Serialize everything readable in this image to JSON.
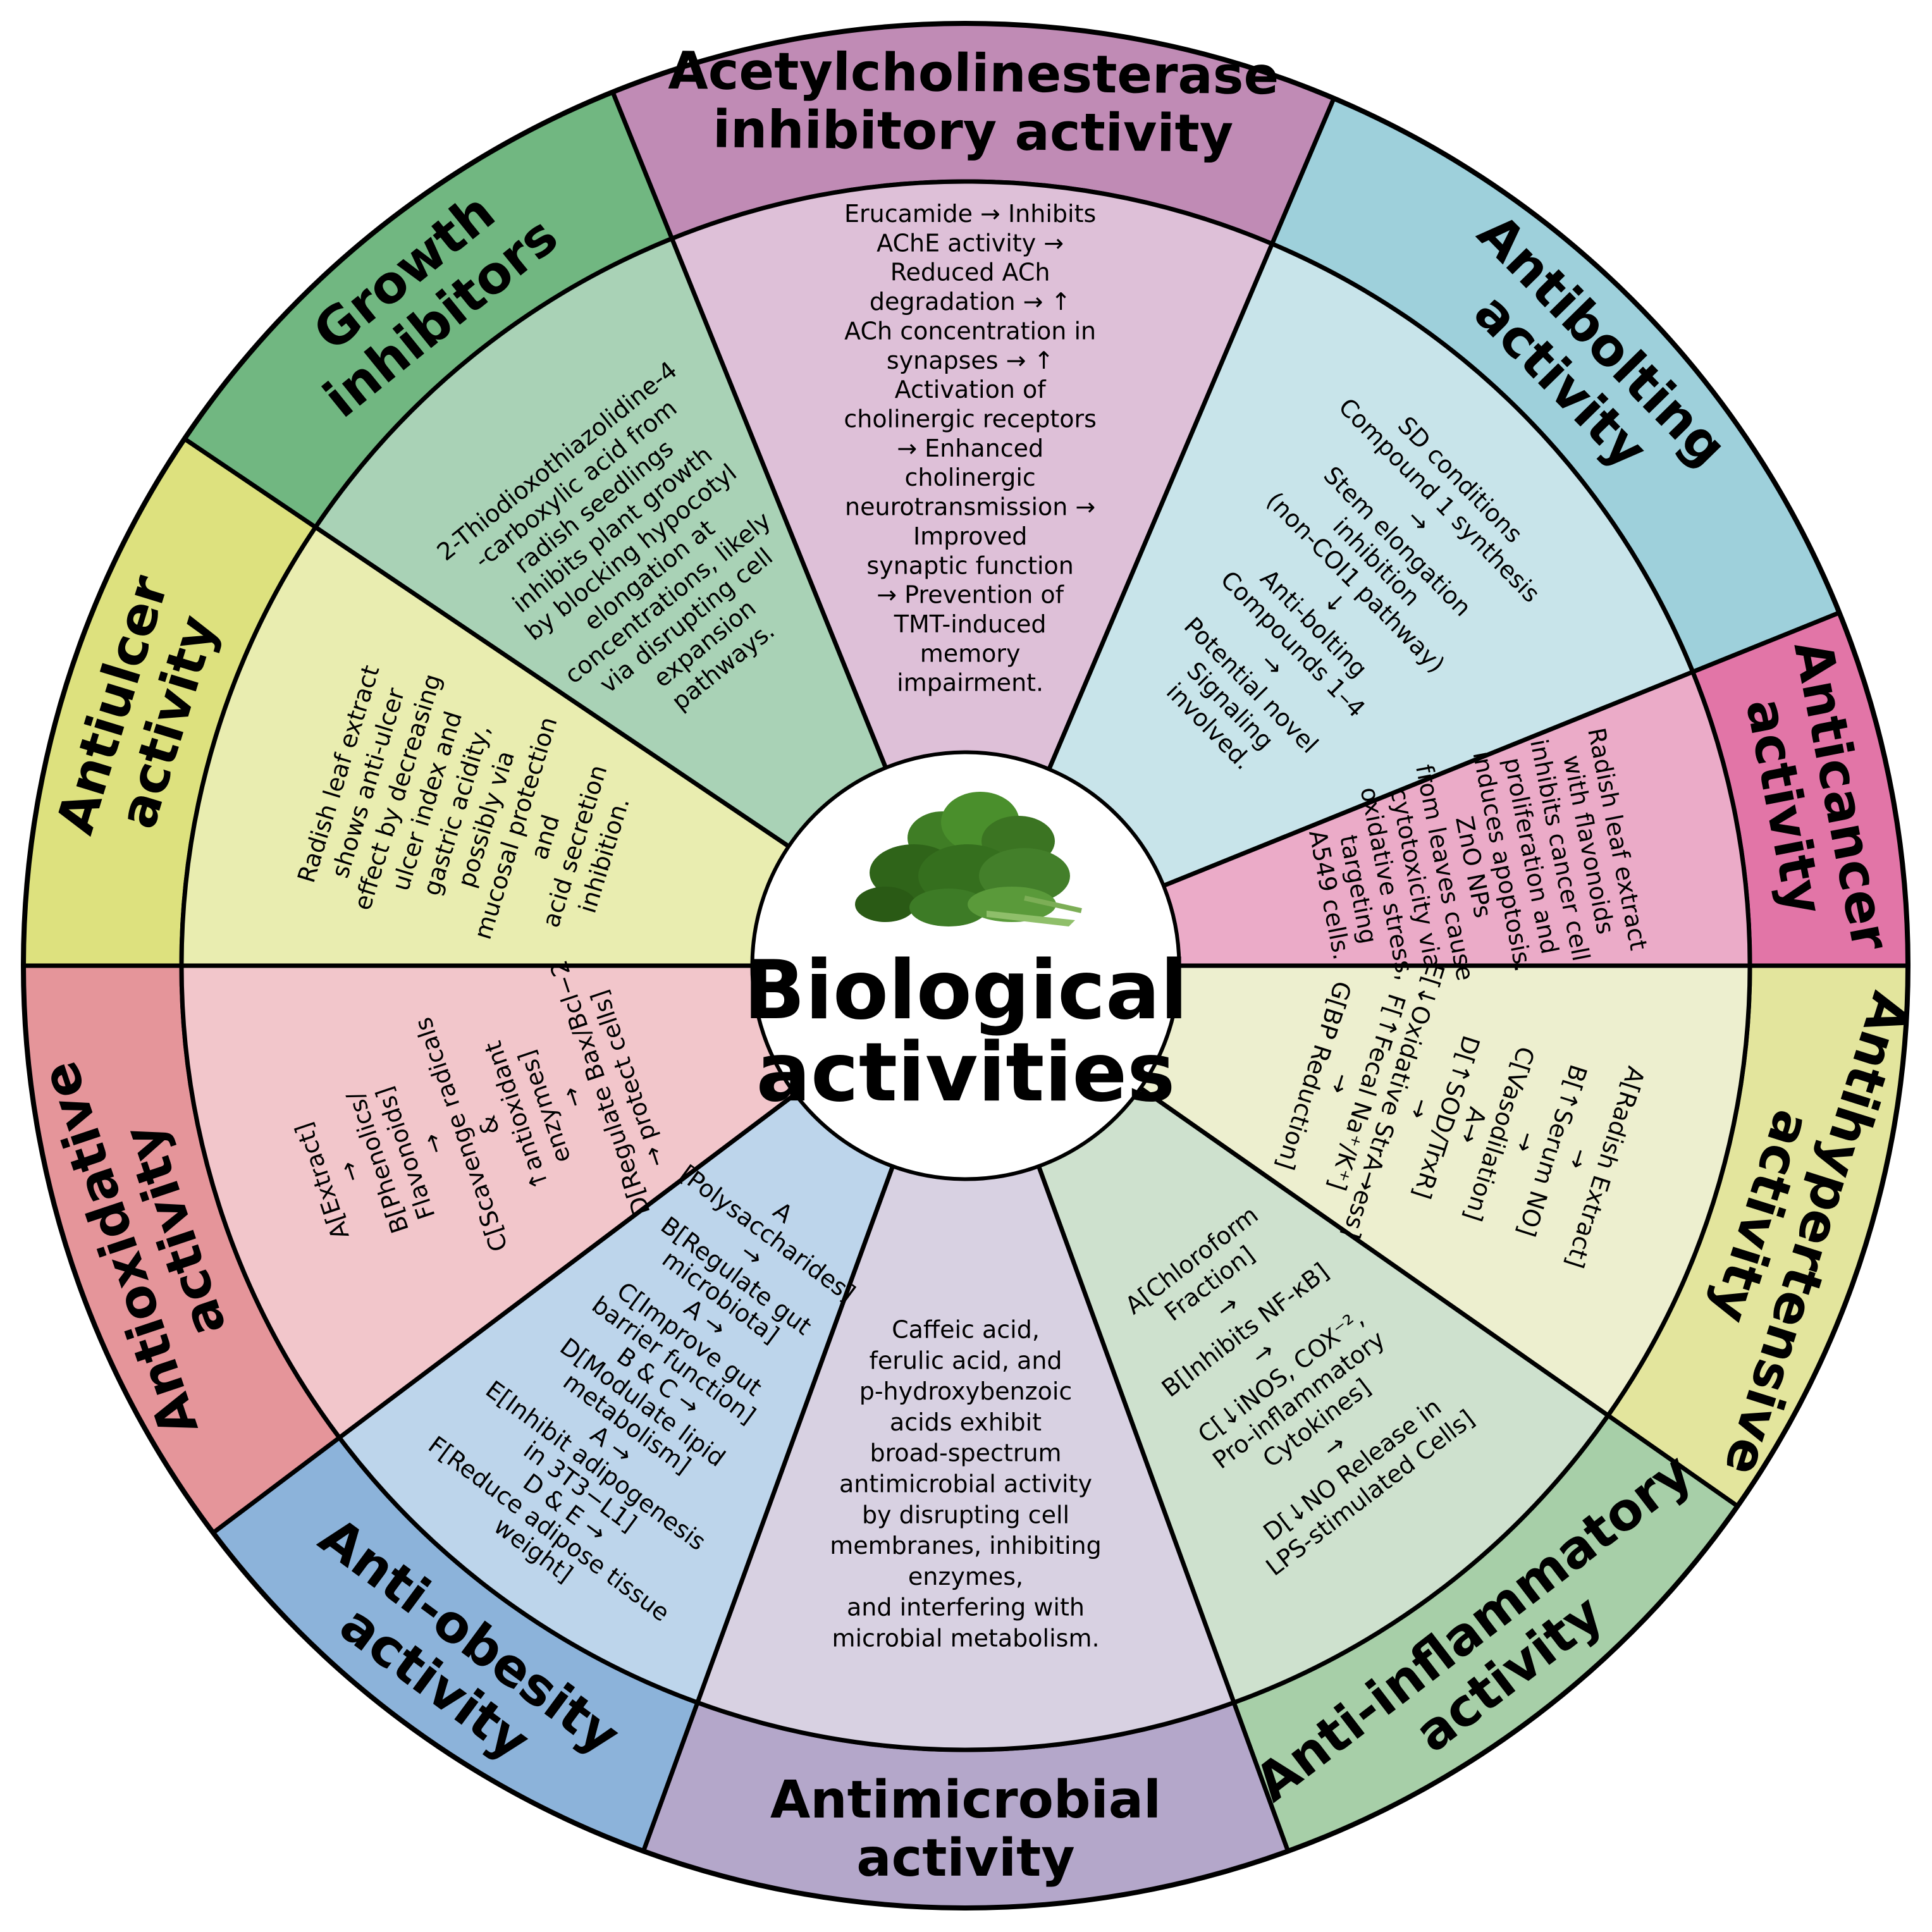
{
  "center": {
    "title_lines": [
      "Biological",
      "activities"
    ]
  },
  "sectors": [
    {
      "id": "acetylcholinesterase",
      "label_lines": [
        "Acetylcholinesterase",
        "inhibitory activity"
      ],
      "outer_color": "#C08BB5",
      "inner_color": "#DEC0D8",
      "text_lines": [
        "Erucamide → Inhibits",
        "AChE activity →",
        "Reduced ACh",
        "degradation → ↑",
        "ACh concentration in",
        "synapses → ↑",
        "Activation of",
        "cholinergic receptors",
        "→ Enhanced",
        "cholinergic",
        "neurotransmission →",
        "Improved",
        "synaptic function",
        "→ Prevention of",
        "TMT-induced",
        "memory",
        "impairment."
      ]
    },
    {
      "id": "antibolting",
      "label_lines": [
        "Antibolting",
        "activity"
      ],
      "outer_color": "#9ED0DB",
      "inner_color": "#C8E4EA",
      "text_lines": [
        "SD conditions",
        "Compound 1 synthesis",
        "→",
        "Stem elongation",
        "inhibition",
        "(non-COI1 pathway)",
        "↓",
        "Anti-bolting",
        "Compounds 1–4",
        "→",
        "Potential novel",
        "Signaling",
        "involved."
      ]
    },
    {
      "id": "anticancer",
      "label_lines": [
        "Anticancer",
        "activity"
      ],
      "outer_color": "#E275A7",
      "inner_color": "#EBABC8",
      "text_lines": [
        "Radish leaf extract",
        "with flavonoids",
        "inhibits cancer cell",
        "proliferation and",
        "induces apoptosis.",
        "ZnO NPs",
        "from leaves cause",
        "cytotoxicity via",
        "oxidative stress,",
        "targeting",
        "A549 cells."
      ]
    },
    {
      "id": "antihypertensive",
      "label_lines": [
        "Antihypertensive",
        "activity"
      ],
      "outer_color": "#E3E59D",
      "inner_color": "#EDEFCF",
      "text_lines": [
        "A[Radish Extract]",
        "→",
        "B[↑Serum NO]",
        "→",
        "C[Vasodilation]",
        "A→",
        "D[↑SOD/TrxR]",
        "→",
        "E[↓Oxidative StrA→ess]",
        "F[↑Fecal Na⁺/K⁺]",
        "→",
        "G[BP Reduction]"
      ]
    },
    {
      "id": "anti-inflammatory",
      "label_lines": [
        "Anti-inflammatory",
        "activity"
      ],
      "outer_color": "#A7CFA8",
      "inner_color": "#CEE1CE",
      "text_lines": [
        "A[Chloroform",
        "Fraction]",
        "→",
        "B[Inhibits NF-κB]",
        "→",
        "C[↓iNOS, COX⁻²,",
        "Pro-inflammatory",
        "Cytokines]",
        "→",
        "D[↓NO Release in",
        "LPS-stimulated Cells]"
      ]
    },
    {
      "id": "antimicrobial",
      "label_lines": [
        "Antimicrobial",
        "activity"
      ],
      "outer_color": "#B4A7CA",
      "inner_color": "#D8D1E2",
      "text_lines": [
        "Caffeic acid,",
        "ferulic acid, and",
        "p-hydroxybenzoic",
        "acids exhibit",
        "broad-spectrum",
        "antimicrobial activity",
        "by disrupting cell",
        "membranes, inhibiting",
        "enzymes,",
        "and interfering with",
        "microbial metabolism."
      ]
    },
    {
      "id": "anti-obesity",
      "label_lines": [
        "Anti-obesity",
        "activity"
      ],
      "outer_color": "#8CB3DA",
      "inner_color": "#BDD5EB",
      "text_lines": [
        "A",
        "[Polysaccharides]",
        "→",
        "B[Regulate gut",
        "microbiota]",
        "A →",
        "C[Improve gut",
        "barrier function]",
        "B & C →",
        "D[Modulate lipid",
        "metabolism]",
        "A →",
        "E[Inhibit adipogenesis",
        "in 3T3−L1]",
        "D & E →",
        "F[Reduce adipose tissue",
        "weight]"
      ]
    },
    {
      "id": "antioxidative",
      "label_lines": [
        "Antioxidative",
        "activity"
      ],
      "outer_color": "#E5959A",
      "inner_color": "#F2C6CB",
      "text_lines": [
        "A[Extract]",
        "→",
        "B[Phenolics/",
        "Flavonoids]",
        "→",
        "C[Scavenge radicals",
        "&",
        "↑antioxidant",
        "enzymes]",
        "→",
        "D[Regulate Bax/Bcl−2",
        "→ protect cells]"
      ]
    },
    {
      "id": "antiulcer",
      "label_lines": [
        "Antiulcer",
        "activity"
      ],
      "outer_color": "#DDE17E",
      "inner_color": "#E9EDB0",
      "text_lines": [
        "Radish leaf extract",
        "shows anti-ulcer",
        "effect by decreasing",
        "ulcer index and",
        "gastric acidity,",
        "possibly via",
        "mucosal protection",
        "and",
        "acid secretion",
        "inhibition."
      ]
    },
    {
      "id": "growth-inhibitors",
      "label_lines": [
        "Growth",
        "inhibitors"
      ],
      "outer_color": "#71B781",
      "inner_color": "#A9D2B6",
      "text_lines": [
        "2-Thiodioxothiazolidine-4",
        "-carboxylic acid from",
        "radish seedlings",
        "inhibits plant growth",
        "by blocking hypocotyl",
        "elongation at",
        "concentrations, likely",
        "via disrupting cell",
        "expansion",
        "pathways."
      ]
    }
  ]
}
